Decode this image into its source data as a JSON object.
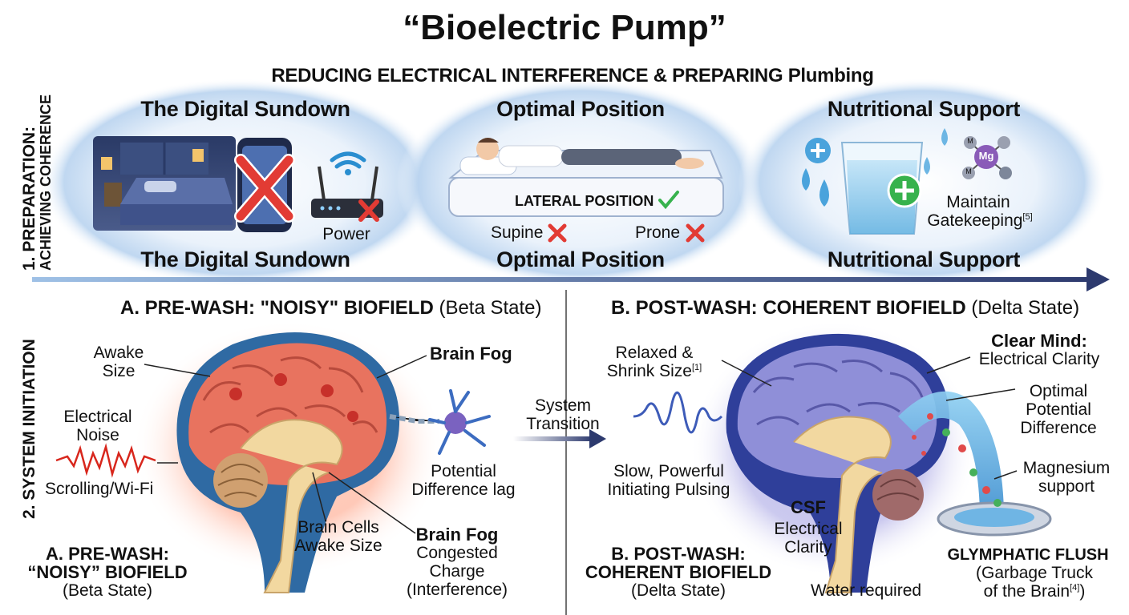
{
  "title": "“Bioelectric Pump”",
  "subtitle": "REDUCING ELECTRICAL INTERFERENCE & PREPARING Plumbing",
  "side_labels": {
    "preparation_1": "1. PREPARATION:",
    "preparation_2": "ACHIEVING COHERENCE",
    "initiation": "2. SYSTEM INITIATION"
  },
  "preparation": {
    "digital_sundown": {
      "title": "The Digital Sundown",
      "power_label": "Power",
      "bottom_title": "The Digital Sundown"
    },
    "optimal_position": {
      "title": "Optimal Position",
      "mattress_label": "LATERAL POSITION",
      "supine": "Supine",
      "prone": "Prone",
      "bottom_title": "Optimal Position"
    },
    "nutritional_support": {
      "title": "Nutritional Support",
      "mg_label": "Mg",
      "m_label": "M",
      "maintain_1": "Maintain",
      "maintain_2": "Gatekeeping",
      "maintain_ref": "[5]",
      "bottom_title": "Nutritional Support"
    }
  },
  "prewash": {
    "title_bold": "A. PRE-WASH: \"NOISY\" BIOFIELD",
    "title_rest": " (Beta State)",
    "awake_1": "Awake",
    "awake_2": "Size",
    "brain_fog_top": "Brain Fog",
    "noise_1": "Electrical",
    "noise_2": "Noise",
    "scrolling": "Scrolling/Wi-Fi",
    "potential_1": "Potential",
    "potential_2": "Difference lag",
    "cells_1": "Brain Cells",
    "cells_2": "Awake Size",
    "fog_bottom": "Brain Fog",
    "congested_1": "Congested",
    "congested_2": "Charge",
    "congested_3": "(Interference)",
    "bl_1": "A. PRE-WASH:",
    "bl_2": "“NOISY” BIOFIELD",
    "bl_3": "(Beta State)"
  },
  "transition_1": "System",
  "transition_2": "Transition",
  "postwash": {
    "title_bold": "B. POST-WASH: COHERENT BIOFIELD",
    "title_rest": " (Delta State)",
    "relaxed_1": "Relaxed &",
    "relaxed_2": "Shrink Size",
    "relaxed_ref": "[1]",
    "clear_1": "Clear Mind:",
    "clear_2": "Electrical Clarity",
    "optimal_1": "Optimal",
    "optimal_2": "Potential",
    "optimal_3": "Difference",
    "slow_1": "Slow, Powerful",
    "slow_2": "Initiating Pulsing",
    "magnesium_1": "Magnesium",
    "magnesium_2": "support",
    "csf": "CSF",
    "elec_1": "Electrical",
    "elec_2": "Clarity",
    "water": "Water required",
    "flush": "GLYMPHATIC FLUSH",
    "garbage_1": "(Garbage Truck",
    "garbage_2": "of the Brain",
    "garbage_ref": "[4]",
    "garbage_3": ")",
    "bl_1": "B. POST-WASH:",
    "bl_2": "COHERENT BIOFIELD",
    "bl_3": "(Delta State)"
  },
  "colors": {
    "arrow": "#2d3a6e",
    "red_x": "#e23b34",
    "green_check": "#37b24d",
    "brain_noisy": "#e8735f",
    "brain_calm": "#6f6fc4",
    "glow_blue": "#bcd6f2"
  }
}
